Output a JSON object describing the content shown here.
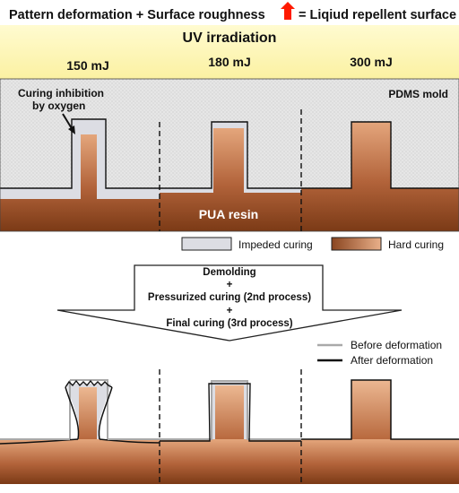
{
  "header": {
    "part1": "Pattern deformation + Surface roughness",
    "part2": "= Liqiud repellent surface",
    "arrow_icon": "red-up-arrow-icon"
  },
  "uv": {
    "title": "UV irradiation",
    "doses": [
      "150 mJ",
      "180 mJ",
      "300 mJ"
    ]
  },
  "labels": {
    "mold": "PDMS mold",
    "resin": "PUA resin",
    "inhibition_line1": "Curing inhibition",
    "inhibition_line2": "by oxygen"
  },
  "legend": {
    "impeded": "Impeded curing",
    "hard": "Hard curing",
    "before": "Before deformation",
    "after": "After deformation"
  },
  "process": {
    "line1": "Demolding",
    "line2": "+",
    "line3": "Pressurized curing (2nd process)",
    "line4": "+",
    "line5": "Final curing (3rd process)"
  },
  "colors": {
    "uv_band": "#fdf6b0",
    "mold": "#dcdcdc",
    "resin_dark": "#7b3a16",
    "resin_light": "#e7ad84",
    "impeded": "#dcdde3",
    "arrow": "#ff1a00"
  }
}
